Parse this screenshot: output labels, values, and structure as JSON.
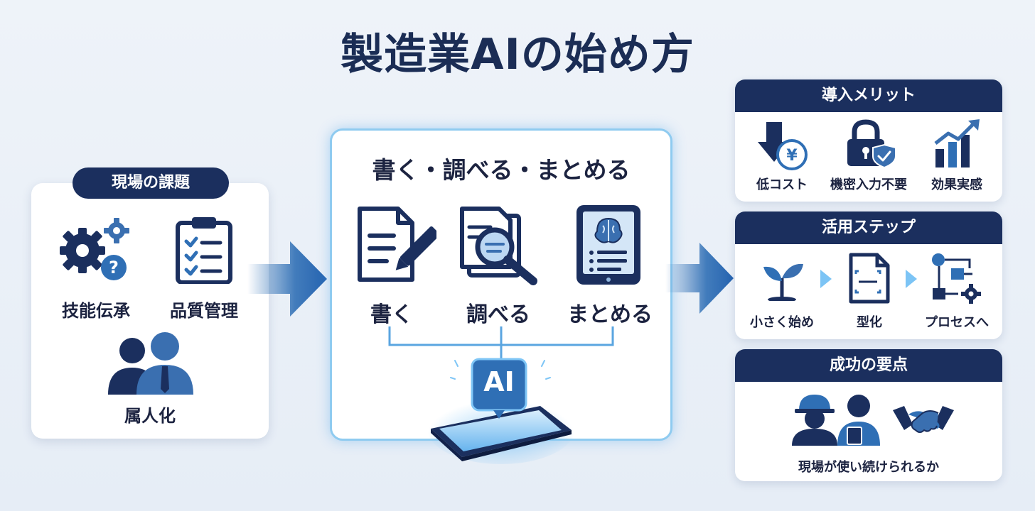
{
  "title": "製造業AIの始め方",
  "left": {
    "heading": "現場の課題",
    "items": [
      {
        "label": "技能伝承",
        "icon": "gears-question-icon"
      },
      {
        "label": "品質管理",
        "icon": "clipboard-checklist-icon"
      },
      {
        "label": "属人化",
        "icon": "people-icon"
      }
    ]
  },
  "center": {
    "heading": "書く・調べる・まとめる",
    "items": [
      {
        "label": "書く",
        "icon": "document-pencil-icon"
      },
      {
        "label": "調べる",
        "icon": "document-search-icon"
      },
      {
        "label": "まとめる",
        "icon": "tablet-brain-icon"
      }
    ],
    "ai_badge": "AI"
  },
  "right": {
    "merit": {
      "heading": "導入メリット",
      "items": [
        {
          "label": "低コスト",
          "icon": "down-arrow-yen-icon"
        },
        {
          "label": "機密入力不要",
          "icon": "lock-shield-icon"
        },
        {
          "label": "効果実感",
          "icon": "bar-chart-up-icon"
        }
      ]
    },
    "steps": {
      "heading": "活用ステップ",
      "items": [
        {
          "label": "小さく始め",
          "icon": "sprout-icon"
        },
        {
          "label": "型化",
          "icon": "template-document-icon"
        },
        {
          "label": "プロセスへ",
          "icon": "process-flow-icon"
        }
      ]
    },
    "success": {
      "heading": "成功の要点",
      "caption": "現場が使い続けられるか",
      "icons": [
        "workers-icon",
        "handshake-icon"
      ]
    }
  },
  "colors": {
    "navy": "#1b2f5e",
    "blue": "#2f6fb5",
    "light_blue": "#8fcbf0",
    "background": "#eaf0f7"
  }
}
